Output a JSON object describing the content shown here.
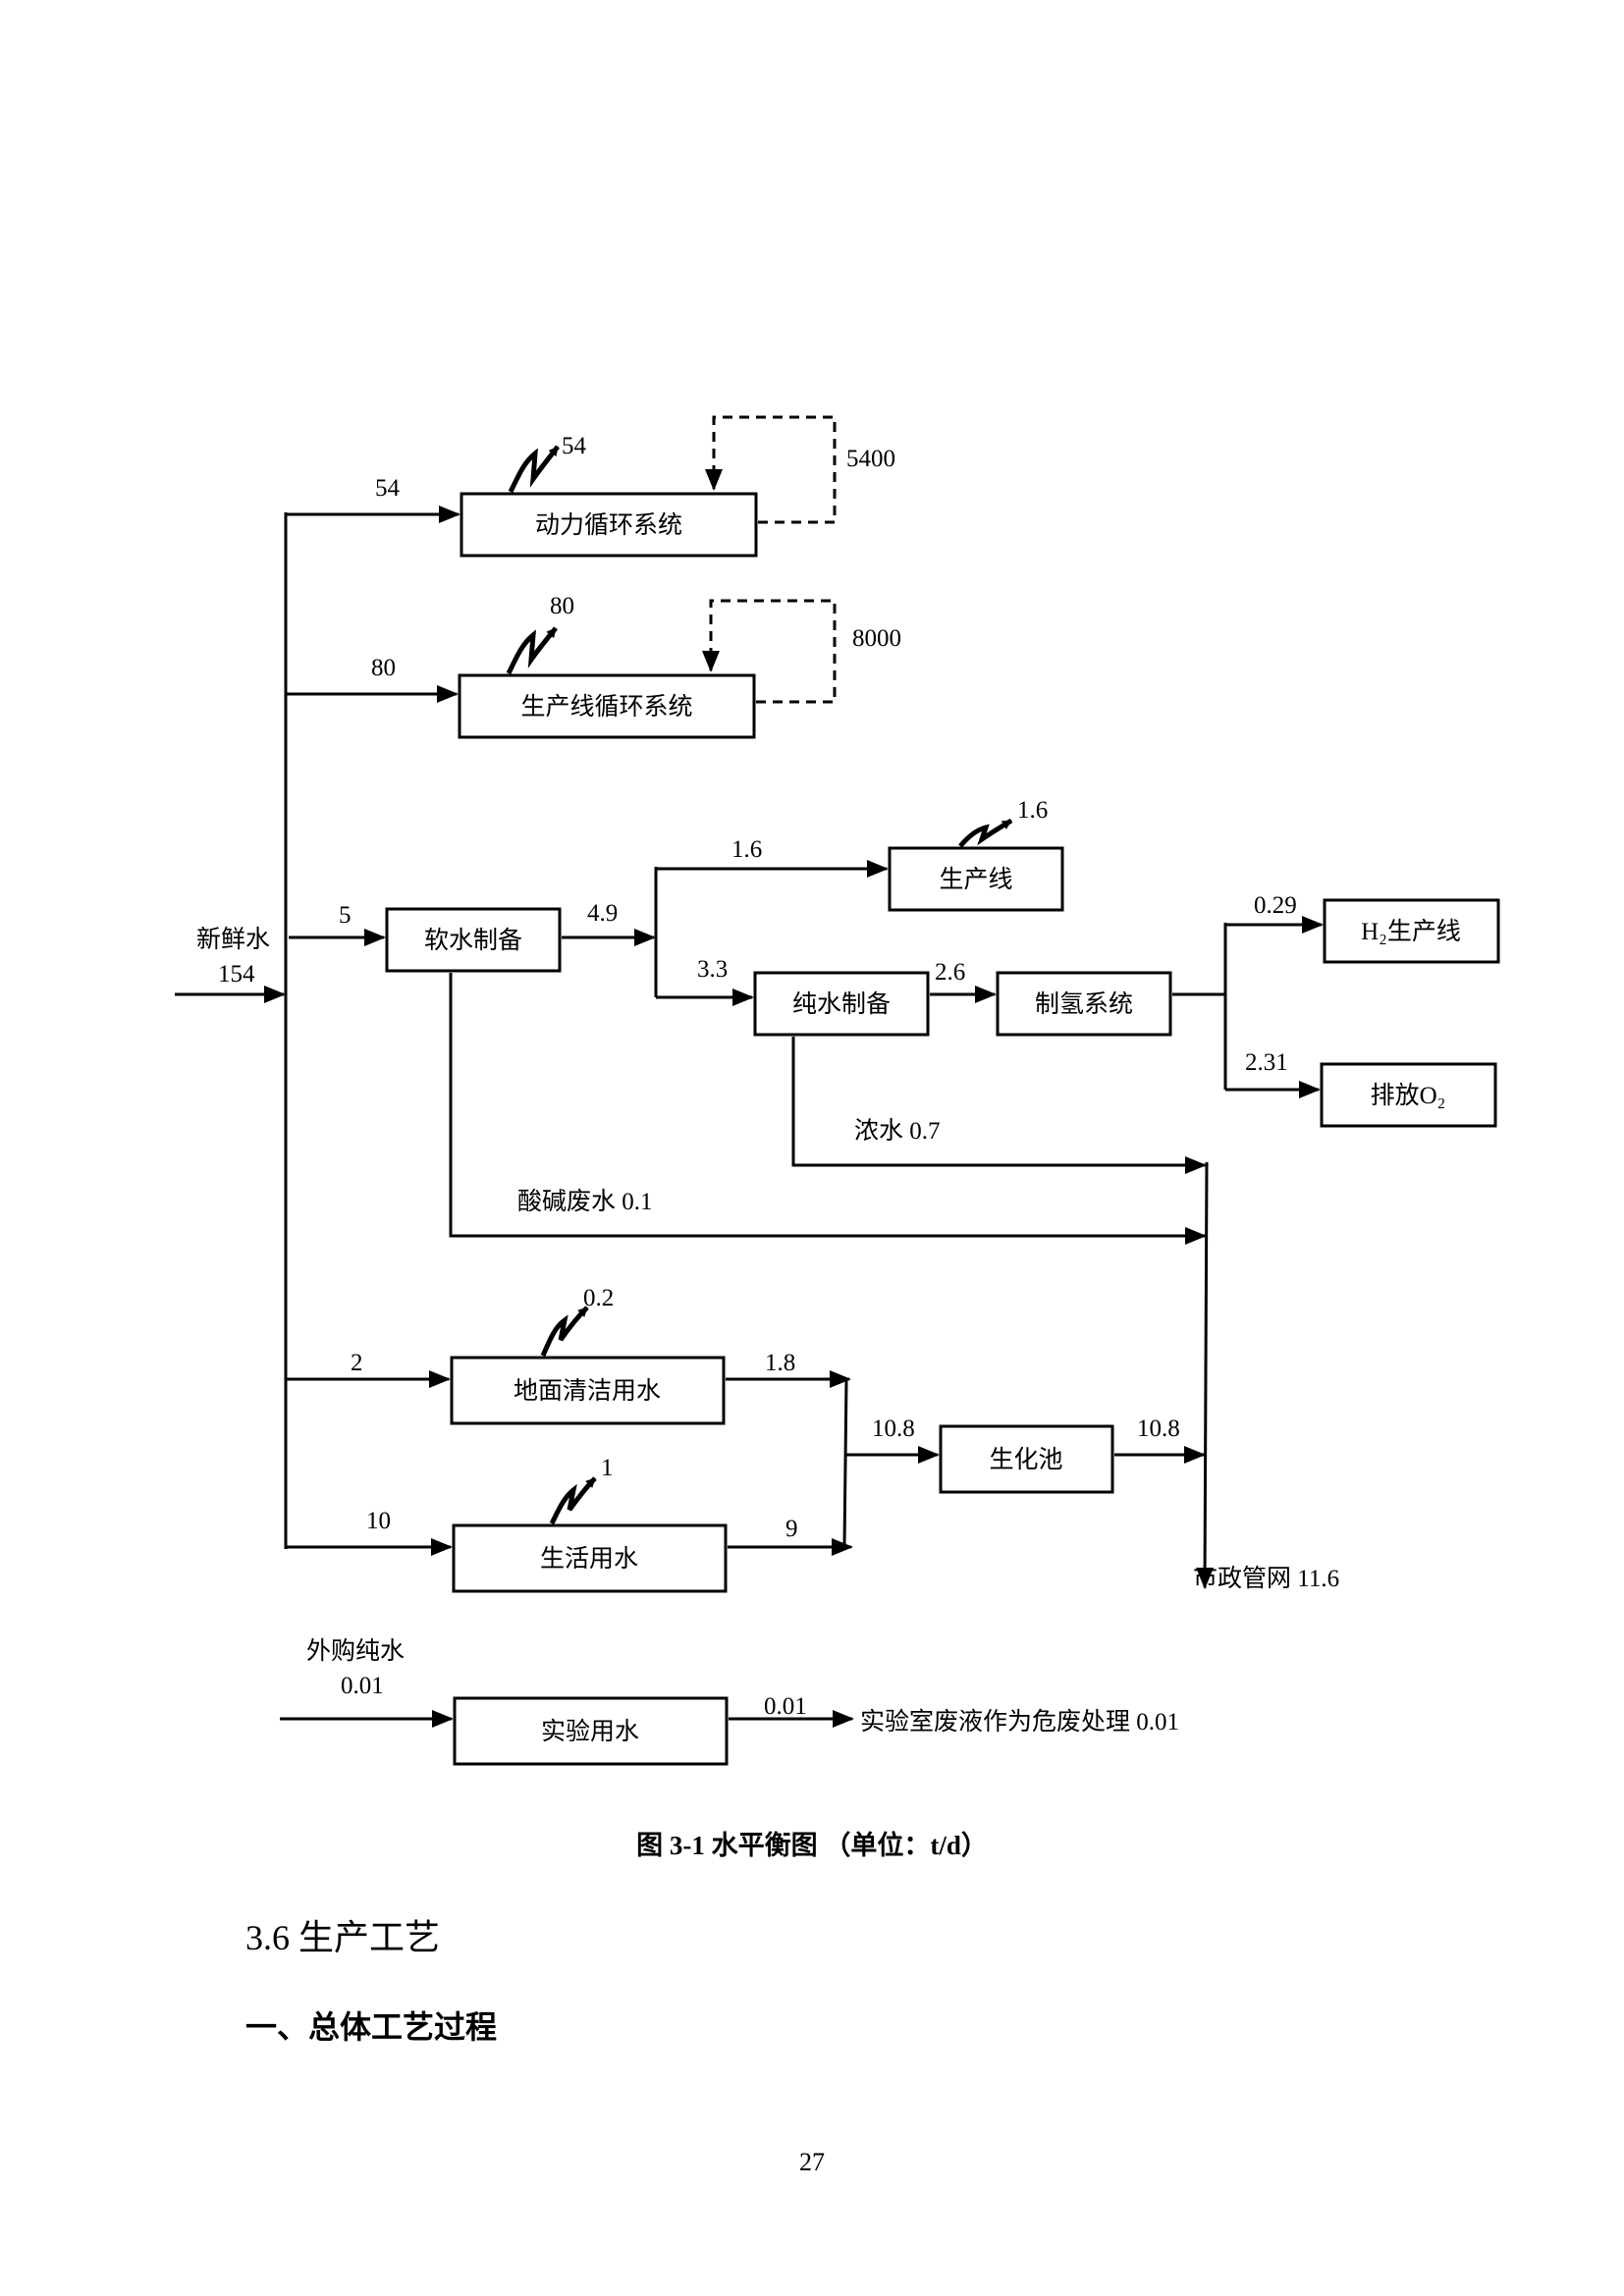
{
  "diagram": {
    "source": {
      "label": "新鲜水",
      "value": "154"
    },
    "boxes": {
      "power_cycle": "动力循环系统",
      "line_cycle": "生产线循环系统",
      "soft_water": "软水制备",
      "production_line": "生产线",
      "pure_water": "纯水制备",
      "hydrogen_system": "制氢系统",
      "h2_line": "H₂生产线",
      "o2_discharge": "排放O₂",
      "floor_cleaning": "地面清洁用水",
      "domestic": "生活用水",
      "bio_tank": "生化池",
      "lab": "实验用水"
    },
    "flows": {
      "to_power": "54",
      "power_loss": "54",
      "power_recycle": "5400",
      "to_line": "80",
      "line_loss": "80",
      "line_recycle": "8000",
      "to_soft": "5",
      "soft_out": "4.9",
      "to_prod": "1.6",
      "prod_loss": "1.6",
      "to_pure": "3.3",
      "pure_out": "2.6",
      "to_h2": "0.29",
      "to_o2": "2.31",
      "concentrate": "浓水 0.7",
      "acid_base": "酸碱废水 0.1",
      "to_floor": "2",
      "floor_loss": "0.2",
      "floor_out": "1.8",
      "to_domestic": "10",
      "domestic_loss": "1",
      "domestic_out": "9",
      "to_bio": "10.8",
      "bio_out": "10.8",
      "municipal": "市政管网 11.6",
      "purchased_label": "外购纯水",
      "purchased_value": "0.01",
      "lab_out": "0.01",
      "lab_waste": "实验室废液作为危废处理 0.01"
    }
  },
  "caption": "图 3-1  水平衡图    （单位：t/d）",
  "section_heading": "3.6  生产工艺",
  "subsection_heading": "一、总体工艺过程",
  "page_number": "27"
}
